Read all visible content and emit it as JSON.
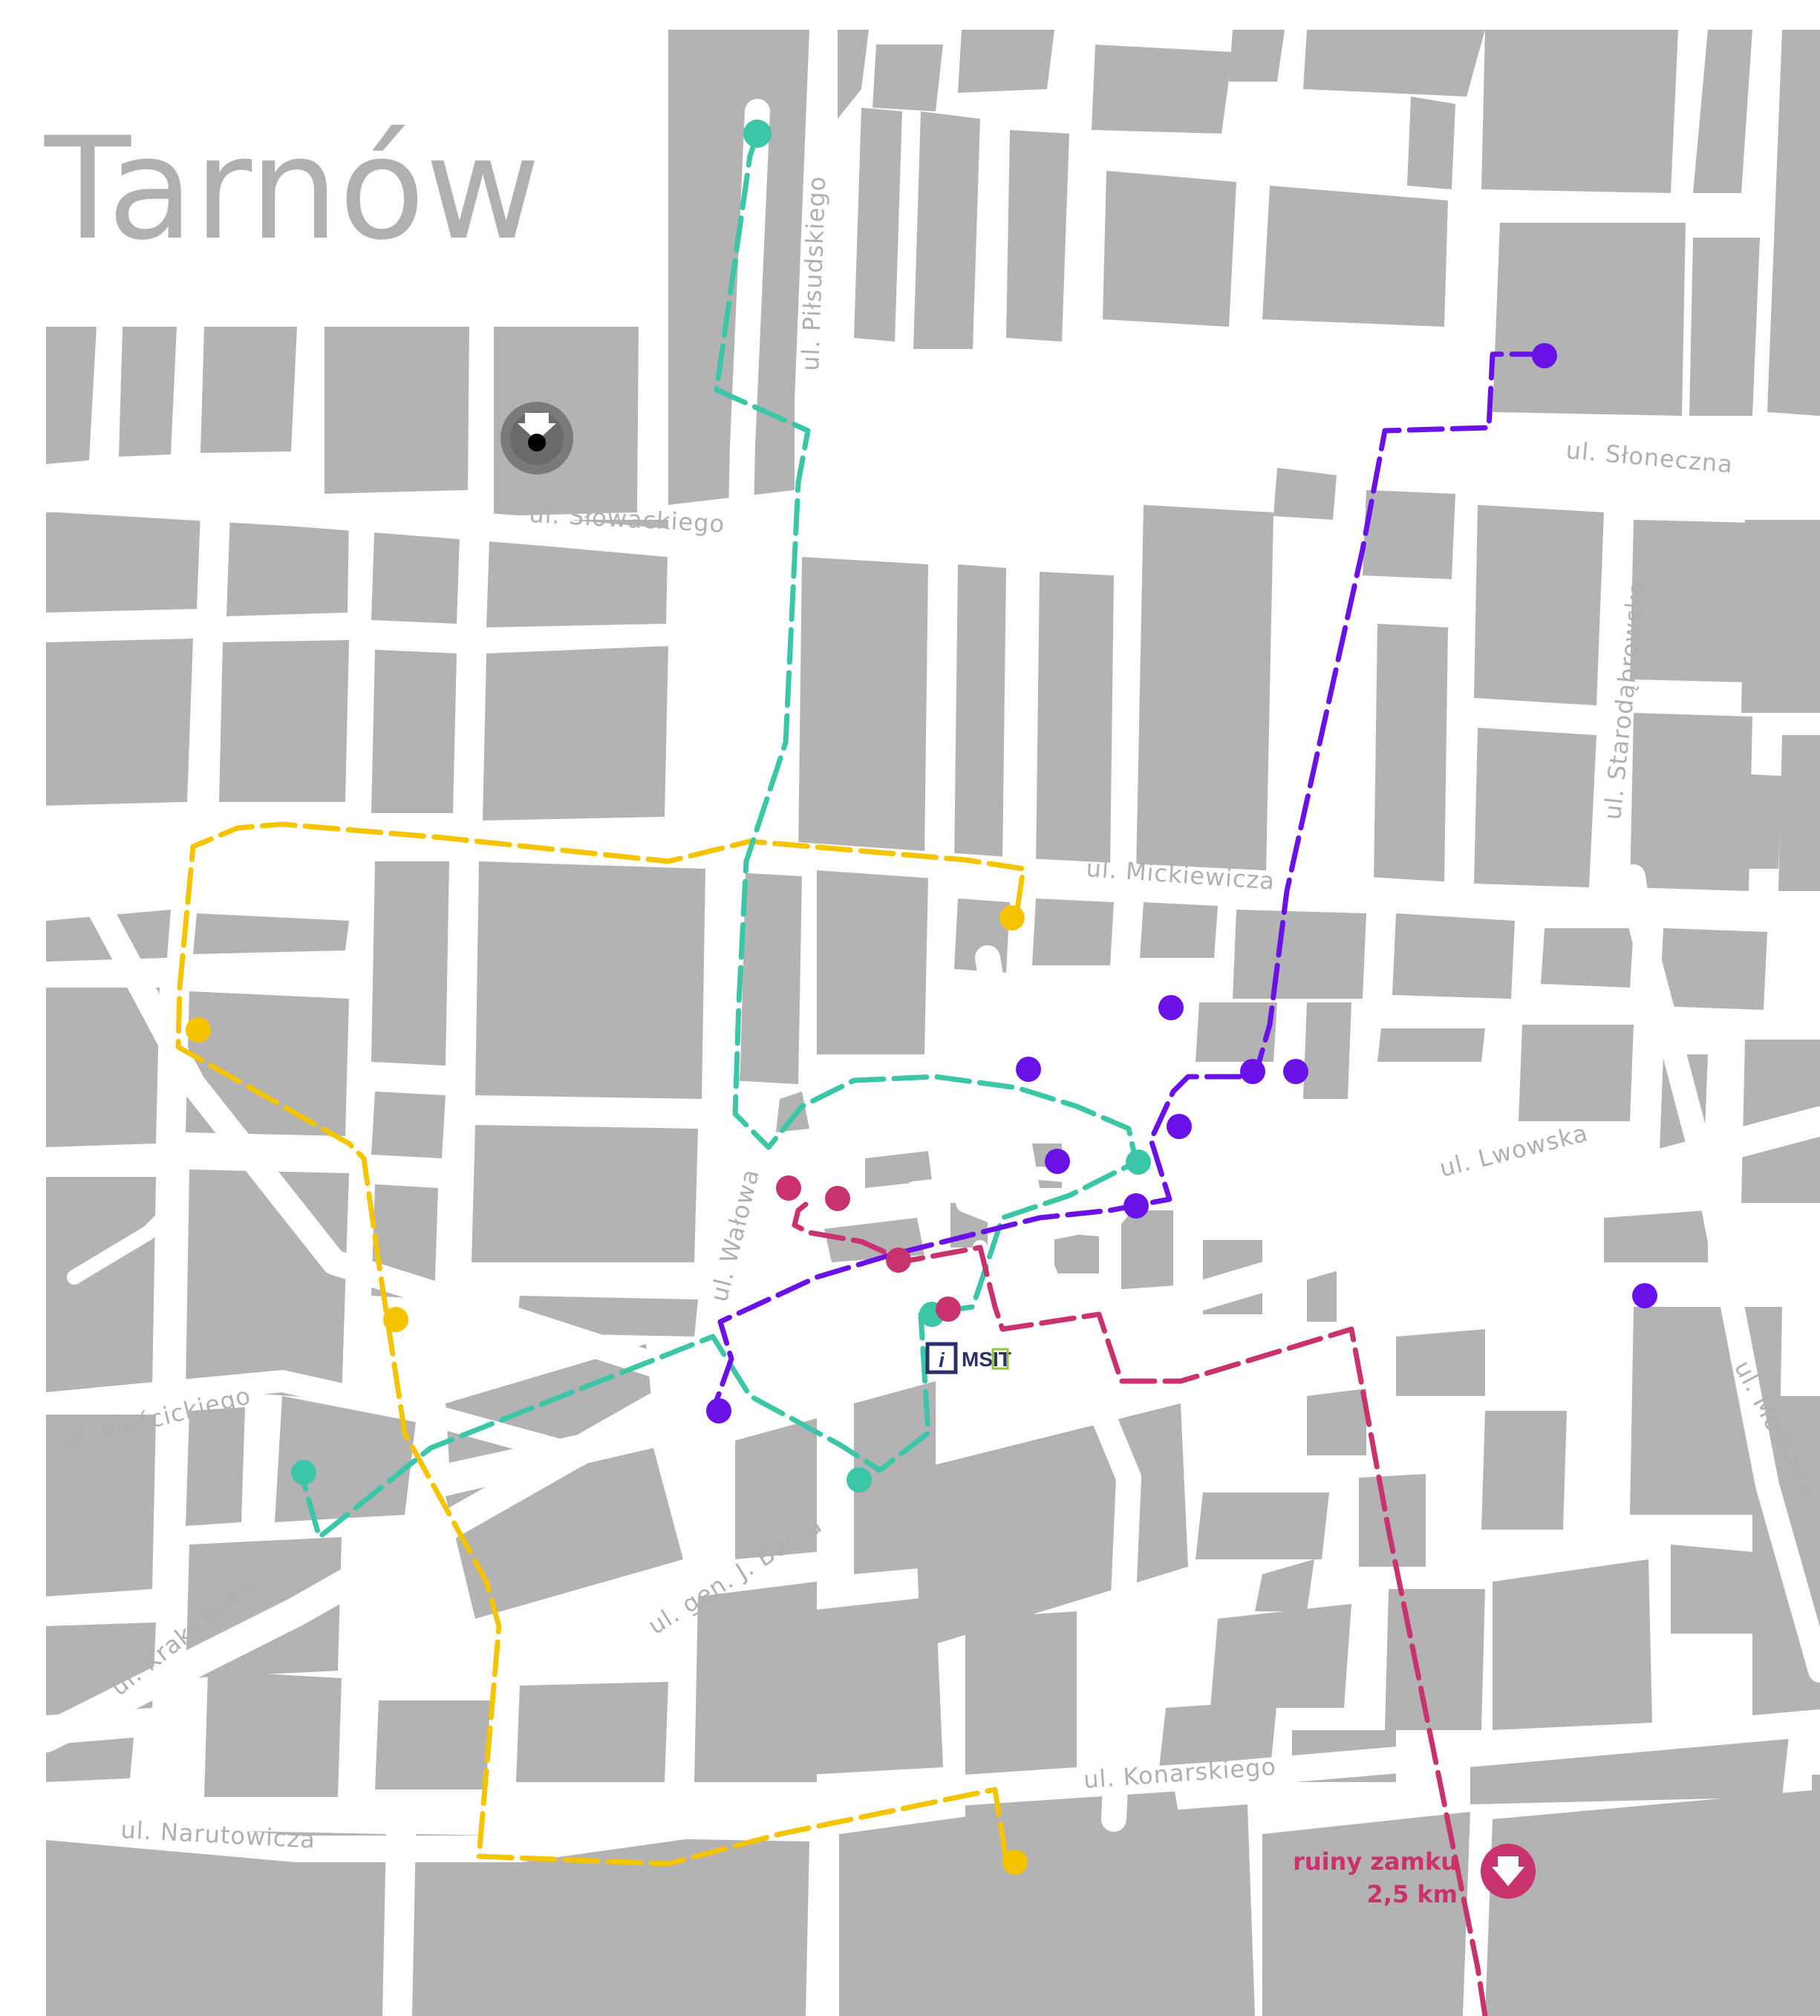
{
  "title": "Tarnów",
  "streets": {
    "pilsudskiego": "ul. Piłsudskiego",
    "slowackiego": "ul. Słowackiego",
    "sloneczna": "ul. Słoneczna",
    "starodabrowska": "ul. Starodąbrowska",
    "mickiewicza": "ul. Mickiewicza",
    "lwowska": "ul. Lwowska",
    "walowa": "ul. Wałowa",
    "mostowa": "ul. Mostowa",
    "moscickiego": "ul. Mościckiego",
    "krakowska": "ul. Krakowska",
    "bema": "ul. gen. J. Bema",
    "konarskiego": "ul. Konarskiego",
    "narutowicza": "ul. Narutowicza"
  },
  "destination": {
    "line1": "ruiny zamku",
    "line2": "2,5 km",
    "icon": "castle-pin-icon"
  },
  "info_point": {
    "i_label": "i",
    "brand": "MSIT",
    "icon": "tourist-information-icon"
  },
  "colors": {
    "background": "#ffffff",
    "blocks": "#b3b3b3",
    "street_labels": "#b0b0b0",
    "route_yellow": "#f5c400",
    "route_teal": "#3cc6a8",
    "route_purple": "#6a11e8",
    "route_magenta": "#c8336e",
    "info_navy": "#2b2f6e",
    "info_green": "#8dc63f"
  },
  "routes": [
    {
      "id": "yellow",
      "color": "#f5c400"
    },
    {
      "id": "teal",
      "color": "#3cc6a8"
    },
    {
      "id": "purple",
      "color": "#6a11e8"
    },
    {
      "id": "magenta",
      "color": "#c8336e"
    }
  ]
}
